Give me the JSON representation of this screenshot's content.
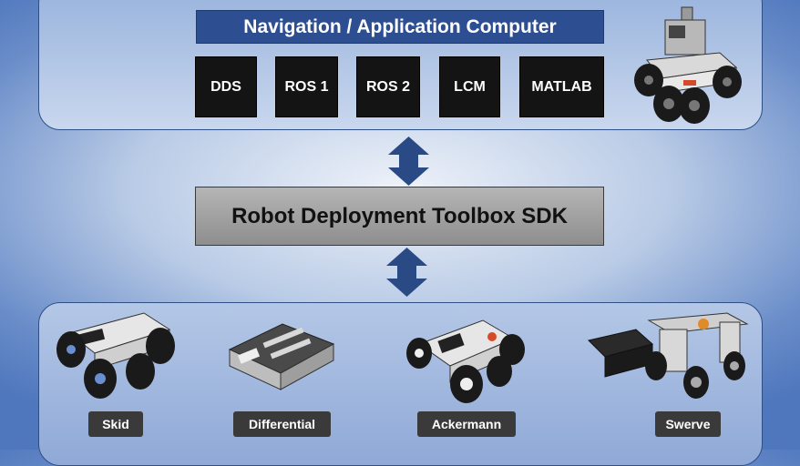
{
  "header": {
    "title": "Navigation / Application Computer"
  },
  "middleware": [
    {
      "label": "DDS"
    },
    {
      "label": "ROS 1"
    },
    {
      "label": "ROS 2"
    },
    {
      "label": "LCM"
    },
    {
      "label": "MATLAB"
    }
  ],
  "sdk": {
    "label": "Robot Deployment Toolbox SDK"
  },
  "platforms": [
    {
      "label": "Skid"
    },
    {
      "label": "Differential"
    },
    {
      "label": "Ackermann"
    },
    {
      "label": "Swerve"
    }
  ],
  "colors": {
    "title_bar": "#2d4f91",
    "middleware_box": "#141414",
    "sdk_box": "#a0a0a0",
    "arrow": "#2a4a86",
    "chip": "#3a3a3a"
  }
}
